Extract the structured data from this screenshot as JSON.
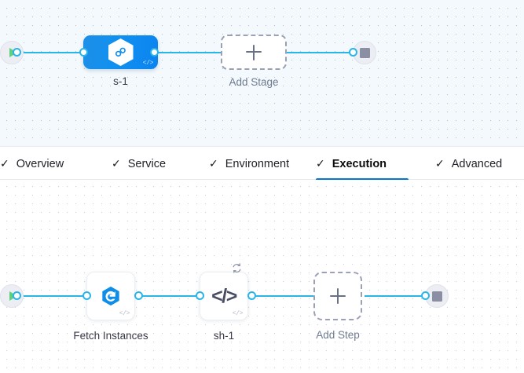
{
  "theme": {
    "edge_color": "#29b5e8",
    "accent_blue": "#0278d5",
    "stage_blue": "#1190ef",
    "play_green": "#5fd07e",
    "stop_gray": "#8b8fa3",
    "dashed_gray": "#9aa0b5",
    "canvas_top_bg": "#f3f9fc",
    "canvas_bottom_bg": "#ffffff"
  },
  "tabs": [
    {
      "label": "Overview",
      "icon": "check-icon",
      "check": "✓",
      "active": false
    },
    {
      "label": "Service",
      "icon": "check-icon",
      "check": "✓",
      "active": false
    },
    {
      "label": "Environment",
      "icon": "check-icon",
      "check": "✓",
      "active": false
    },
    {
      "label": "Execution",
      "icon": "check-icon",
      "check": "✓",
      "active": true
    },
    {
      "label": "Advanced",
      "icon": "check-icon",
      "check": "✓",
      "active": false
    }
  ],
  "stage_canvas": {
    "start_node": {
      "icon": "play-icon",
      "name": "pipeline-start"
    },
    "end_node": {
      "icon": "stop-icon",
      "name": "pipeline-end"
    },
    "stage": {
      "label": "s-1",
      "icon": "deployment-hexagon-icon",
      "badge": "</>",
      "badge_name": "code-badge-icon"
    },
    "add_stage": {
      "label": "Add Stage",
      "icon": "plus-icon"
    }
  },
  "step_canvas": {
    "start_node": {
      "icon": "play-icon",
      "name": "execution-start"
    },
    "end_node": {
      "icon": "stop-icon",
      "name": "execution-end"
    },
    "steps": [
      {
        "label": "Fetch Instances",
        "icon": "harness-hexagon-icon",
        "badge": "</>",
        "looping": false
      },
      {
        "label": "sh-1",
        "icon": "shell-script-code-icon",
        "glyph": "</>",
        "badge": "</>",
        "looping": true,
        "loop_icon": "loop-strategy-icon"
      }
    ],
    "add_step": {
      "label": "Add Step",
      "icon": "plus-icon"
    }
  }
}
